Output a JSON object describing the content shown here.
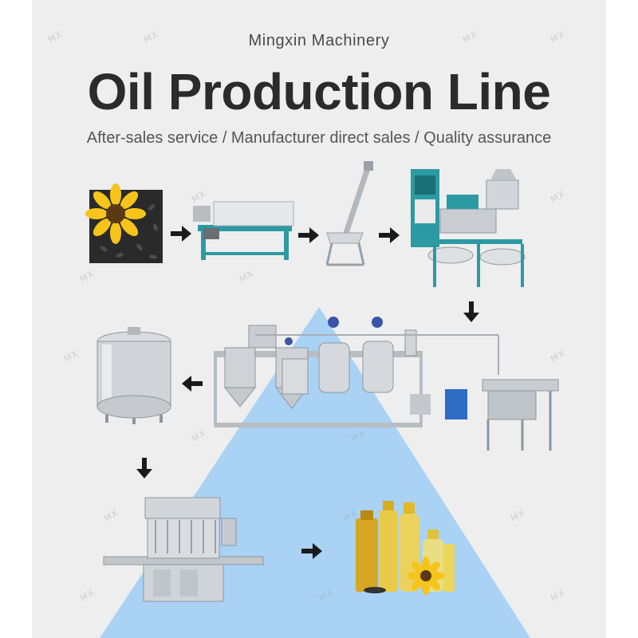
{
  "brand": "Mingxin Machinery",
  "title": "Oil Production Line",
  "subtitle": "After-sales service / Manufacturer direct sales / Quality assurance",
  "watermark": "MX",
  "colors": {
    "background": "#eeeeee",
    "triangle": "#a9d2f5",
    "title": "#2b2b2b",
    "arrow": "#1a1a1a",
    "machine_teal": "#2c9aa3",
    "steel": "#c9cdd1"
  },
  "steps": [
    {
      "icon": "sunflower-seeds-icon"
    },
    {
      "icon": "roaster-machine-icon"
    },
    {
      "icon": "screw-conveyor-icon"
    },
    {
      "icon": "oil-press-icon"
    },
    {
      "icon": "refinery-line-icon"
    },
    {
      "icon": "storage-tank-icon"
    },
    {
      "icon": "filling-machine-icon"
    },
    {
      "icon": "oil-bottles-icon"
    }
  ]
}
